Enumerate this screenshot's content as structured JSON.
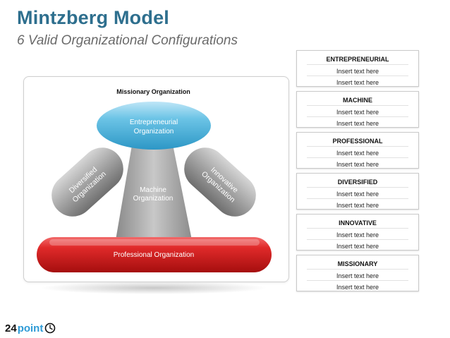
{
  "title": "Mintzberg Model",
  "subtitle": "6 Valid Organizational Configurations",
  "diagram": {
    "missionary_label": "Missionary Organization",
    "entrepreneurial_line1": "Entrepreneurial",
    "entrepreneurial_line2": "Organization",
    "machine_line1": "Machine",
    "machine_line2": "Organization",
    "diversified_line1": "Diversified",
    "diversified_line2": "Organization",
    "innovative_line1": "Innovative",
    "innovative_line2": "Organization",
    "professional": "Professional Organization",
    "colors": {
      "entrepreneurial": "#46aed6",
      "machine": "#9d9d9d",
      "professional": "#d21e1e",
      "title": "#2e6f8e"
    }
  },
  "cards": [
    {
      "title": "ENTREPRENEURIAL",
      "line1": "Insert text here",
      "line2": "Insert text here"
    },
    {
      "title": "MACHINE",
      "line1": "Insert text here",
      "line2": "Insert text here"
    },
    {
      "title": "PROFESSIONAL",
      "line1": "Insert text here",
      "line2": "Insert text here"
    },
    {
      "title": "DIVERSIFIED",
      "line1": "Insert text here",
      "line2": "Insert text here"
    },
    {
      "title": "INNOVATIVE",
      "line1": "Insert text here",
      "line2": "Insert text here"
    },
    {
      "title": "MISSIONARY",
      "line1": "Insert text here",
      "line2": "Insert text here"
    }
  ],
  "logo": {
    "number": "24",
    "word": "point",
    "icon": "clock-icon"
  }
}
